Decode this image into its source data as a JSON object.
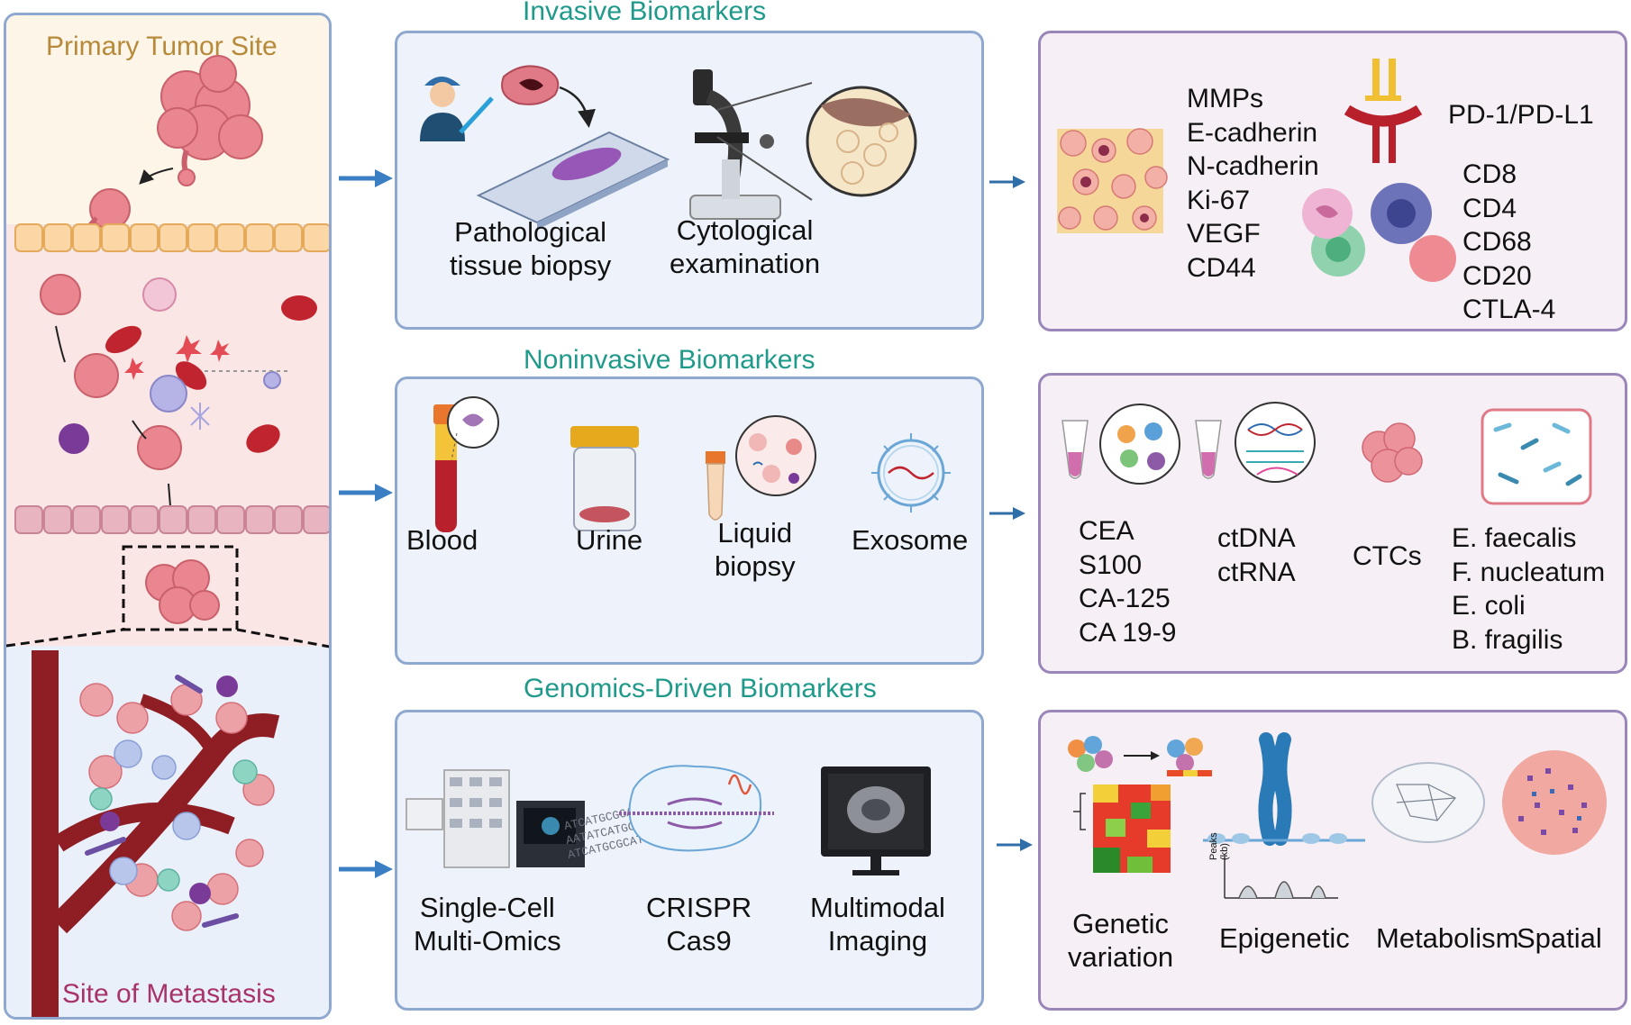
{
  "left": {
    "primary_title": "Primary Tumor Site",
    "metastasis_title": "Site of Metastasis"
  },
  "sections": {
    "invasive_title": "Invasive Biomarkers",
    "noninvasive_title": "Noninvasive Biomarkers",
    "genomics_title": "Genomics-Driven Biomarkers"
  },
  "invasive": {
    "methods": [
      "Pathological\ntissue biopsy",
      "Cytological\nexamination"
    ],
    "markers_a": [
      "MMPs",
      "E-cadherin",
      "N-cadherin",
      "Ki-67",
      "VEGF",
      "CD44"
    ],
    "checkpoint": "PD-1/PD-L1",
    "markers_b": [
      "CD8",
      "CD4",
      "CD68",
      "CD20",
      "CTLA-4"
    ]
  },
  "noninvasive": {
    "methods": [
      "Blood",
      "Urine",
      "Liquid\nbiopsy",
      "Exosome"
    ],
    "proteins": [
      "CEA",
      "S100",
      "CA-125",
      "CA 19-9"
    ],
    "nucleic": [
      "ctDNA",
      "ctRNA"
    ],
    "ctcs": "CTCs",
    "microbes": [
      "E. faecalis",
      "F. nucleatum",
      "E. coli",
      "B. fragilis"
    ]
  },
  "genomics": {
    "methods": [
      "Single-Cell\nMulti-Omics",
      "CRISPR\nCas9",
      "Multimodal\nImaging"
    ],
    "outputs": [
      "Genetic\nvariation",
      "Epigenetic",
      "Metabolism",
      "Spatial"
    ],
    "dna_seq": [
      "ATCATGCGCAT",
      "AATATCATGCG",
      "ATCATGCGCAT"
    ],
    "peaks_label": "Peaks\n(kb)"
  },
  "colors": {
    "panel_border": "#8fa8cf",
    "right_border": "#9a86b8",
    "title_teal": "#1f9a8a",
    "arrow_blue": "#3a7fc4",
    "tumor_pink": "#e7828c",
    "blood_red": "#b8202b"
  }
}
